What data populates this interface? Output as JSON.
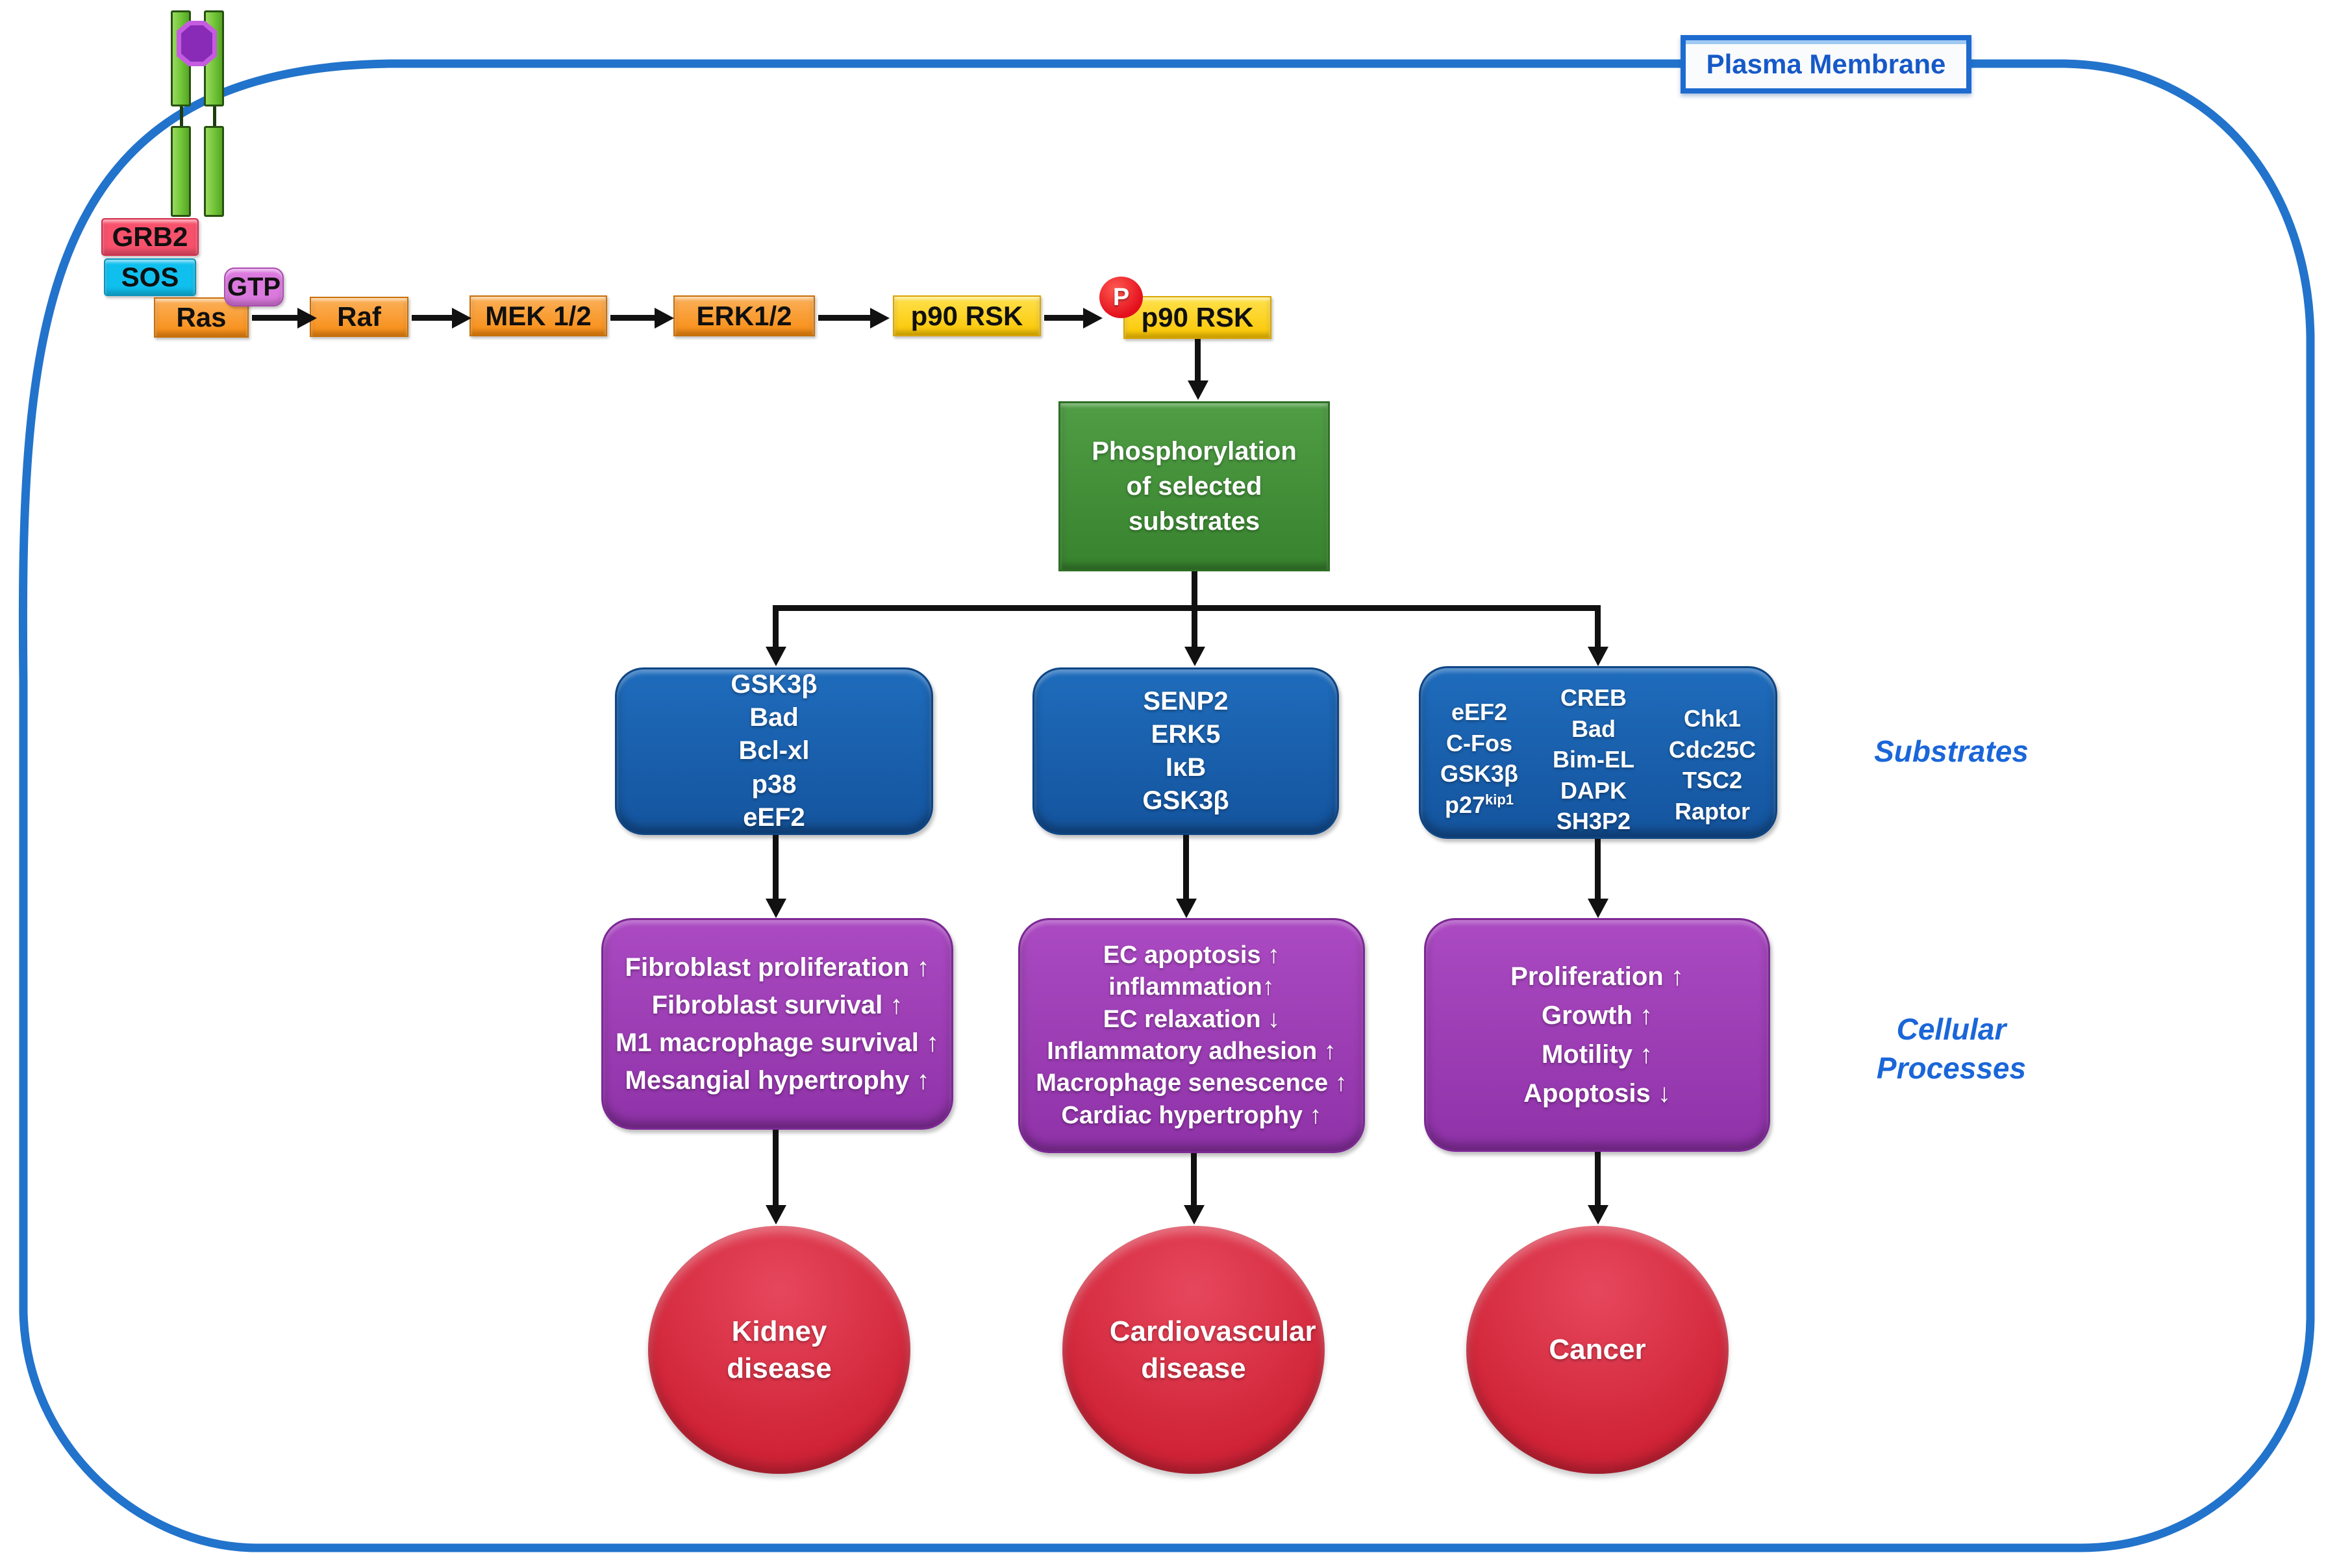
{
  "labels": {
    "plasma_membrane": "Plasma Membrane",
    "substrates": "Substrates",
    "cellular_processes": "Cellular Processes"
  },
  "adapters": {
    "grb2": "GRB2",
    "sos": "SOS",
    "gtp": "GTP"
  },
  "cascade": [
    "Ras",
    "Raf",
    "MEK 1/2",
    "ERK1/2",
    "p90 RSK"
  ],
  "phospho": {
    "badge": "P",
    "node": "p90 RSK"
  },
  "phospho_box": {
    "lines": [
      "Phosphorylation",
      "of selected",
      "substrates"
    ]
  },
  "substrates": {
    "box1": [
      "GSK3β",
      "Bad",
      "Bcl-xl",
      "p38",
      "eEF2"
    ],
    "box2": [
      "SENP2",
      "ERK5",
      "IκB",
      "GSK3β"
    ],
    "box3": {
      "col1": [
        "eEF2",
        "C-Fos",
        "GSK3β"
      ],
      "col1_special": {
        "base": "p27",
        "sup": "kip1"
      },
      "col2": [
        "CREB",
        "Bad",
        "Bim-EL",
        "DAPK",
        "SH3P2"
      ],
      "col3": [
        "Chk1",
        "Cdc25C",
        "TSC2",
        "Raptor"
      ]
    }
  },
  "processes": {
    "box1": [
      "Fibroblast proliferation ↑",
      "Fibroblast survival ↑",
      "M1 macrophage survival ↑",
      "Mesangial hypertrophy ↑"
    ],
    "box2": [
      "EC apoptosis ↑",
      "inflammation↑",
      "EC relaxation ↓",
      "Inflammatory adhesion ↑",
      "Macrophage senescence ↑",
      "Cardiac hypertrophy ↑"
    ],
    "box3": [
      "Proliferation ↑",
      "Growth ↑",
      "Motility ↑",
      "Apoptosis ↓"
    ]
  },
  "diseases": [
    "Kidney disease",
    "Cardiovascular disease",
    "Cancer"
  ],
  "colors": {
    "membrane_blue": "#2273cb",
    "label_blue": "#1a66d9",
    "orange_node": "#f8952b",
    "yellow_node": "#ffd10a",
    "phospho_red": "#e81420",
    "green_box": "#3e8f35",
    "substrate_blue": "#1659a6",
    "process_purple": "#9d3fba",
    "disease_red": "#d62840",
    "grb2_pink": "#f8516c",
    "sos_cyan": "#0fc0ef",
    "gtp_orchid": "#db79de",
    "receptor_green": "#76c63e",
    "ligand_purple": "#8a2bb8"
  }
}
